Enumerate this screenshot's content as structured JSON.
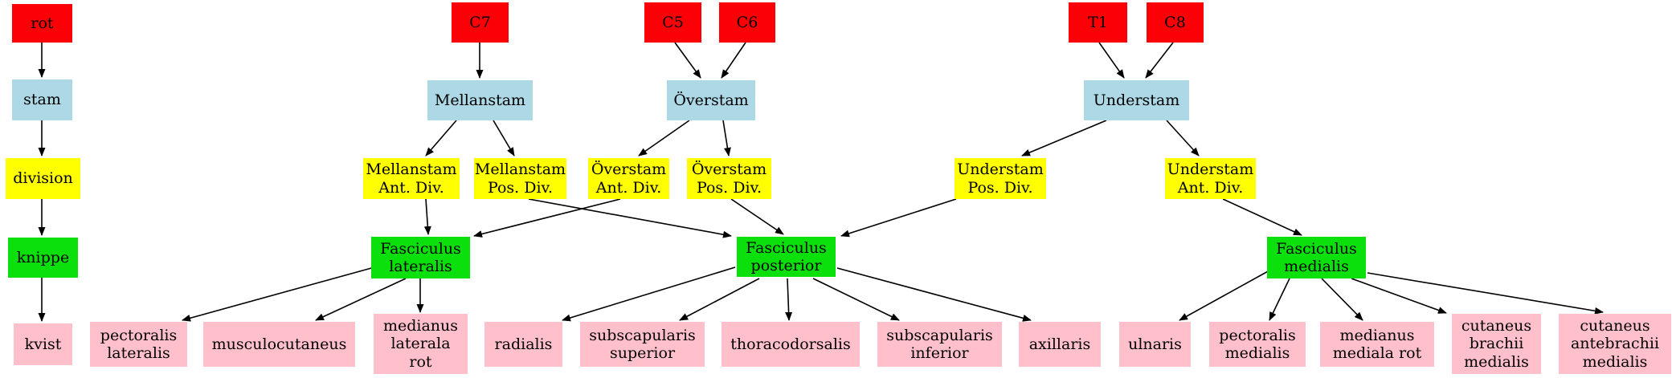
{
  "diagram": {
    "description": "Brachial plexus tree diagram (Swedish labels)",
    "colors": {
      "root_box": "#fb0007",
      "trunk_box": "#add8e6",
      "division_box": "#ffff00",
      "cord_box": "#0ce00c",
      "branch_box": "#ffc0cb",
      "edge": "#000000",
      "background": "#ffffff"
    },
    "nodes": {
      "rot": {
        "label": "rot"
      },
      "stam": {
        "label": "stam"
      },
      "division": {
        "label": "division"
      },
      "knippe": {
        "label": "knippe"
      },
      "kvist": {
        "label": "kvist"
      },
      "c7": {
        "label": "C7"
      },
      "c5": {
        "label": "C5"
      },
      "c6": {
        "label": "C6"
      },
      "t1": {
        "label": "T1"
      },
      "c8": {
        "label": "C8"
      },
      "mellanstam": {
        "label": "Mellanstam"
      },
      "overstam": {
        "label": "Överstam"
      },
      "understam": {
        "label": "Understam"
      },
      "mellanstam_ant_div": {
        "label": "Mellanstam\nAnt. Div."
      },
      "mellanstam_pos_div": {
        "label": "Mellanstam\nPos. Div."
      },
      "overstam_ant_div": {
        "label": "Överstam\nAnt. Div."
      },
      "overstam_pos_div": {
        "label": "Överstam\nPos. Div."
      },
      "understam_pos_div": {
        "label": "Understam\nPos. Div."
      },
      "understam_ant_div": {
        "label": "Understam\nAnt. Div."
      },
      "fasciculus_lateralis": {
        "label": "Fasciculus\nlateralis"
      },
      "fasciculus_posterior": {
        "label": "Fasciculus\nposterior"
      },
      "fasciculus_medialis": {
        "label": "Fasciculus\nmedialis"
      },
      "pectoralis_lateralis": {
        "label": "pectoralis\nlateralis"
      },
      "musculocutaneus": {
        "label": "musculocutaneus"
      },
      "medianus_laterala_rot": {
        "label": "medianus\nlaterala\nrot"
      },
      "radialis": {
        "label": "radialis"
      },
      "subscapularis_superior": {
        "label": "subscapularis\nsuperior"
      },
      "thoracodorsalis": {
        "label": "thoracodorsalis"
      },
      "subscapularis_inferior": {
        "label": "subscapularis\ninferior"
      },
      "axillaris": {
        "label": "axillaris"
      },
      "ulnaris": {
        "label": "ulnaris"
      },
      "pectoralis_medialis": {
        "label": "pectoralis\nmedialis"
      },
      "medianus_mediala_rot": {
        "label": "medianus\nmediala rot"
      },
      "cutaneus_brachii_medialis": {
        "label": "cutaneus\nbrachii\nmedialis"
      },
      "cutaneus_antebrachii_medialis": {
        "label": "cutaneus\nantebrachii\nmedialis"
      }
    },
    "edges": [
      {
        "from": "rot",
        "to": "stam"
      },
      {
        "from": "stam",
        "to": "division"
      },
      {
        "from": "division",
        "to": "knippe"
      },
      {
        "from": "knippe",
        "to": "kvist"
      },
      {
        "from": "c7",
        "to": "mellanstam"
      },
      {
        "from": "c5",
        "to": "overstam"
      },
      {
        "from": "c6",
        "to": "overstam"
      },
      {
        "from": "t1",
        "to": "understam"
      },
      {
        "from": "c8",
        "to": "understam"
      },
      {
        "from": "mellanstam",
        "to": "mellanstam_ant_div"
      },
      {
        "from": "mellanstam",
        "to": "mellanstam_pos_div"
      },
      {
        "from": "overstam",
        "to": "overstam_ant_div"
      },
      {
        "from": "overstam",
        "to": "overstam_pos_div"
      },
      {
        "from": "understam",
        "to": "understam_pos_div"
      },
      {
        "from": "understam",
        "to": "understam_ant_div"
      },
      {
        "from": "mellanstam_ant_div",
        "to": "fasciculus_lateralis"
      },
      {
        "from": "overstam_ant_div",
        "to": "fasciculus_lateralis"
      },
      {
        "from": "mellanstam_pos_div",
        "to": "fasciculus_posterior"
      },
      {
        "from": "overstam_pos_div",
        "to": "fasciculus_posterior"
      },
      {
        "from": "understam_pos_div",
        "to": "fasciculus_posterior"
      },
      {
        "from": "understam_ant_div",
        "to": "fasciculus_medialis"
      },
      {
        "from": "fasciculus_lateralis",
        "to": "pectoralis_lateralis"
      },
      {
        "from": "fasciculus_lateralis",
        "to": "musculocutaneus"
      },
      {
        "from": "fasciculus_lateralis",
        "to": "medianus_laterala_rot"
      },
      {
        "from": "fasciculus_posterior",
        "to": "radialis"
      },
      {
        "from": "fasciculus_posterior",
        "to": "subscapularis_superior"
      },
      {
        "from": "fasciculus_posterior",
        "to": "thoracodorsalis"
      },
      {
        "from": "fasciculus_posterior",
        "to": "subscapularis_inferior"
      },
      {
        "from": "fasciculus_posterior",
        "to": "axillaris"
      },
      {
        "from": "fasciculus_medialis",
        "to": "ulnaris"
      },
      {
        "from": "fasciculus_medialis",
        "to": "pectoralis_medialis"
      },
      {
        "from": "fasciculus_medialis",
        "to": "medianus_mediala_rot"
      },
      {
        "from": "fasciculus_medialis",
        "to": "cutaneus_brachii_medialis"
      },
      {
        "from": "fasciculus_medialis",
        "to": "cutaneus_antebrachii_medialis"
      }
    ]
  }
}
